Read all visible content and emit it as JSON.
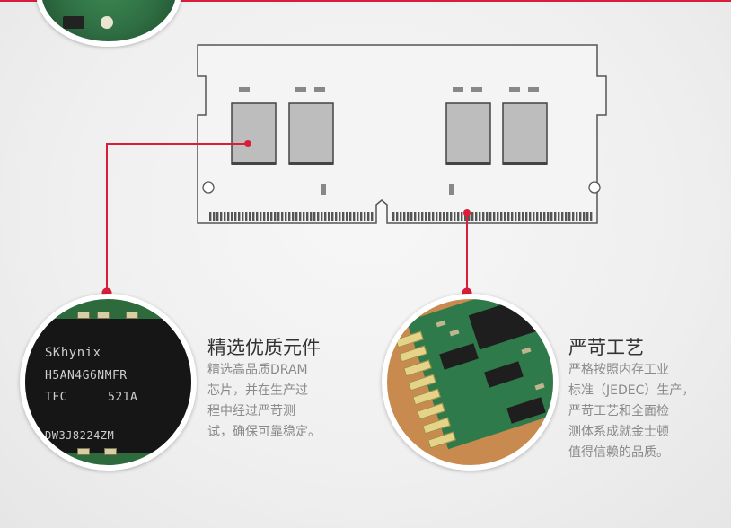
{
  "colors": {
    "accent": "#d81e3a",
    "diagram_line": "#444444",
    "chip_fill": "#bdbdbd"
  },
  "left_feature": {
    "title": "精选优质元件",
    "lines": [
      "精选高品质DRAM",
      "芯片，并在生产过",
      "程中经过严苛测",
      "试，确保可靠稳定。"
    ]
  },
  "right_feature": {
    "title": "严苛工艺",
    "lines": [
      "严格按照内存工业",
      "标准（JEDEC）生产，",
      "严苛工艺和全面检",
      "测体系成就金士顿",
      "值得信赖的品质。"
    ]
  },
  "chip_marking": {
    "brand": "SKhynix",
    "part": "H5AN4G6NMFR",
    "code1": "TFC",
    "code2": "521A",
    "lot": "DW3J8224ZM"
  }
}
